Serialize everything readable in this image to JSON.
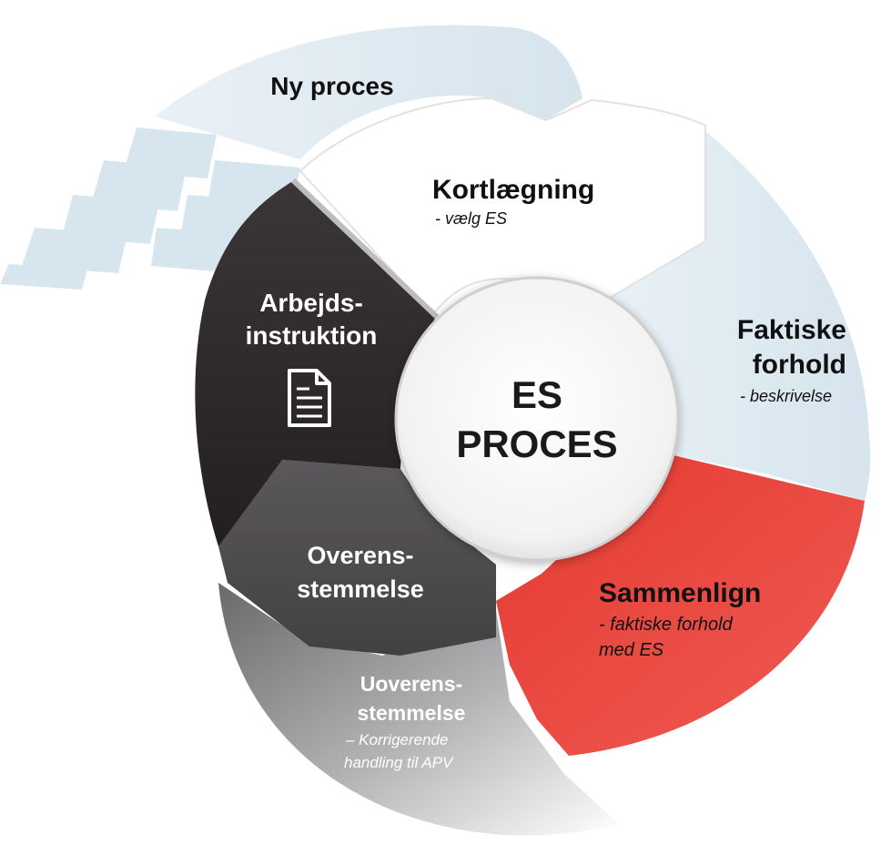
{
  "center": {
    "line1": "ES",
    "line2": "PROCES"
  },
  "arrow": {
    "label": "Ny proces"
  },
  "segments": {
    "kortlaegning": {
      "title": "Kortlægning",
      "subtitle": "- vælg ES"
    },
    "faktiske": {
      "title_line1": "Faktiske",
      "title_line2": "forhold",
      "subtitle": "- beskrivelse"
    },
    "sammenlign": {
      "title": "Sammenlign",
      "subtitle_line1": "- faktiske forhold",
      "subtitle_line2": "med ES"
    },
    "overensstemmelse": {
      "title_line1": "Overens-",
      "title_line2": "stemmelse"
    },
    "uoverensstemmelse": {
      "title_line1": "Uoverens-",
      "title_line2": "stemmelse",
      "subtitle_line1": "– Korrigerende",
      "subtitle_line2": "handling til APV"
    },
    "arbejdsinstruktion": {
      "title_line1": "Arbejds-",
      "title_line2": "instruktion",
      "icon": "document-icon"
    }
  },
  "colors": {
    "light_blue": "#d9e6ee",
    "white_segment": "#ffffff",
    "red": "#e8433a",
    "dark_gray": "#4d4b4d",
    "darker": "#2b2728",
    "text_dark": "#111111",
    "text_light": "#ffffff"
  }
}
